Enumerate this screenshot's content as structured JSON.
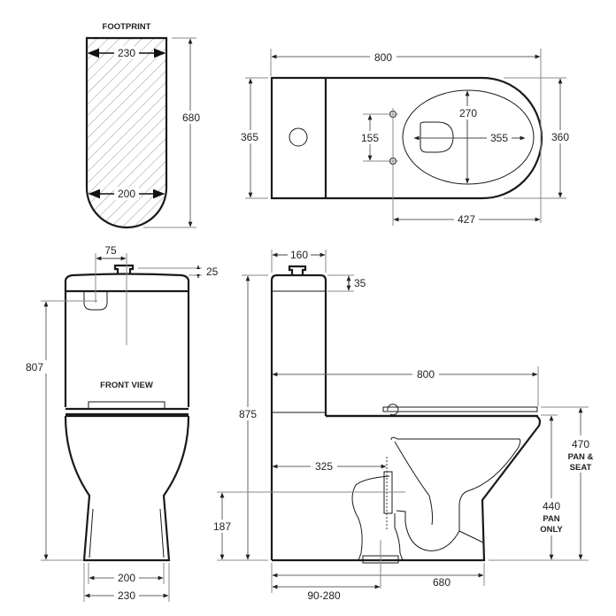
{
  "footprint": {
    "title": "FOOTPRINT",
    "dims": {
      "top_width": "230",
      "bottom_width": "200",
      "length": "680"
    }
  },
  "top_view": {
    "dims": {
      "overall_length": "800",
      "cistern_depth": "365",
      "pan_width": "360",
      "bowl_depth": "270",
      "bowl_length": "355",
      "set_out_holes": "155",
      "holes_to_front": "427"
    }
  },
  "front_view": {
    "title": "FRONT VIEW",
    "dims": {
      "button_offset": "75",
      "button_height": "25",
      "inlet_height": "807",
      "base_inner": "200",
      "base_outer": "230"
    }
  },
  "side_view": {
    "dims": {
      "cistern_depth": "160",
      "button_height": "35",
      "overall_height": "875",
      "seat_projection": "800",
      "waste_setback": "325",
      "waste_height": "187",
      "pan_seat_height": "470",
      "pan_seat_label": [
        "PAN &",
        "SEAT"
      ],
      "pan_only_height": "440",
      "pan_only_label": [
        "PAN",
        "ONLY"
      ],
      "pan_length": "680",
      "set_out_range": "90-280"
    }
  }
}
